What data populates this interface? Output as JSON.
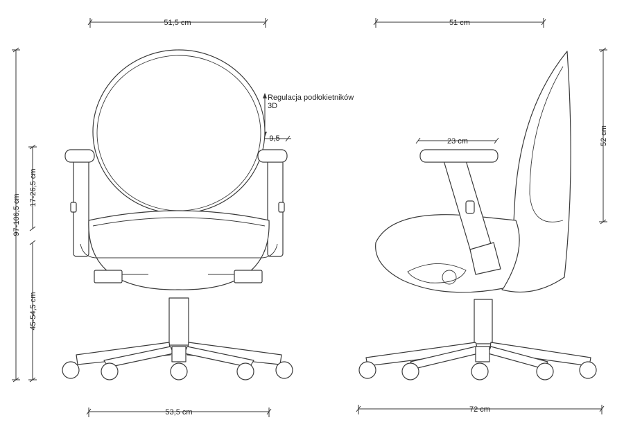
{
  "dimensions": {
    "front_top_width": "51,5 cm",
    "front_base_width": "53,5 cm",
    "side_top_depth": "51 cm",
    "side_base_depth": "72 cm",
    "armrest_width": "23 cm",
    "backrest_height": "52 cm",
    "total_height": "97-106,5 cm",
    "armrest_height": "17-26,5 cm",
    "seat_height": "45-54,5 cm",
    "armrest_offset": "9,5"
  },
  "annotation": {
    "armrest_adjust_line1": "Regulacja podłokietników",
    "armrest_adjust_line2": "3D"
  }
}
